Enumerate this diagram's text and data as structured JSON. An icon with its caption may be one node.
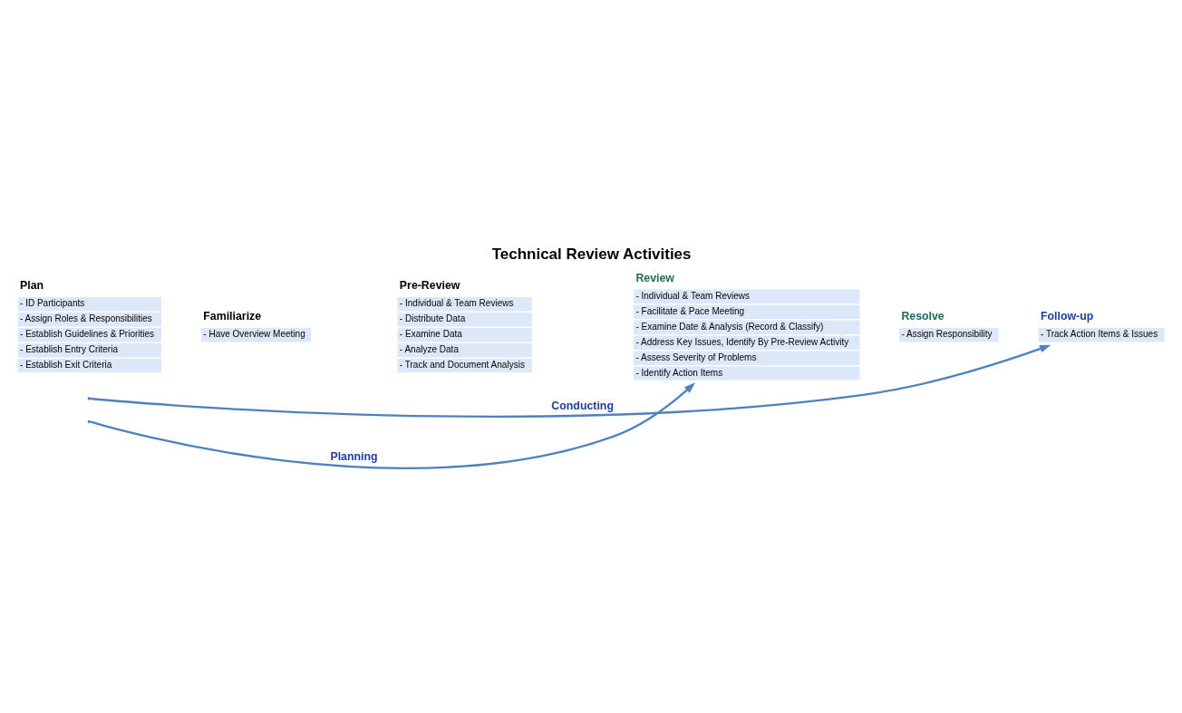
{
  "diagram": {
    "title": "Technical Review Activities",
    "nodes": [
      {
        "text": [
          "Plan",
          "- ID Participants",
          "- Assign Roles & Responsibilities",
          "- Establish Guidelines & Priorities",
          "- Establish Entry Criteria",
          "- Establish Exit Criteria"
        ]
      },
      {
        "text": [
          "Familiarize",
          "- Have Overview Meeting"
        ]
      },
      {
        "text": [
          "Pre-Review",
          "- Individual & Team Reviews",
          "- Distribute Data",
          "- Examine Data",
          "- Analyze Data",
          "- Track and Document Analysis"
        ]
      },
      {
        "text": [
          "Review",
          "- Individual & Team Reviews",
          "- Facilitate & Pace Meeting",
          "- Examine Date & Analysis (Record & Classify)",
          "- Address Key Issues, Identify By Pre-Review Activity",
          "- Assess Severity of Problems",
          "- Identify Action Items"
        ]
      },
      {
        "text": [
          "Resolve",
          "- Assign Responsibility"
        ]
      },
      {
        "text": [
          "Follow-up",
          "- Track Action Items & Issues"
        ]
      }
    ],
    "edges": [
      {
        "from": null,
        "to": 3,
        "arrow": "to",
        "label": "Planning"
      },
      {
        "from": null,
        "to": 5,
        "arrow": "to",
        "label": "Conducting"
      }
    ]
  }
}
